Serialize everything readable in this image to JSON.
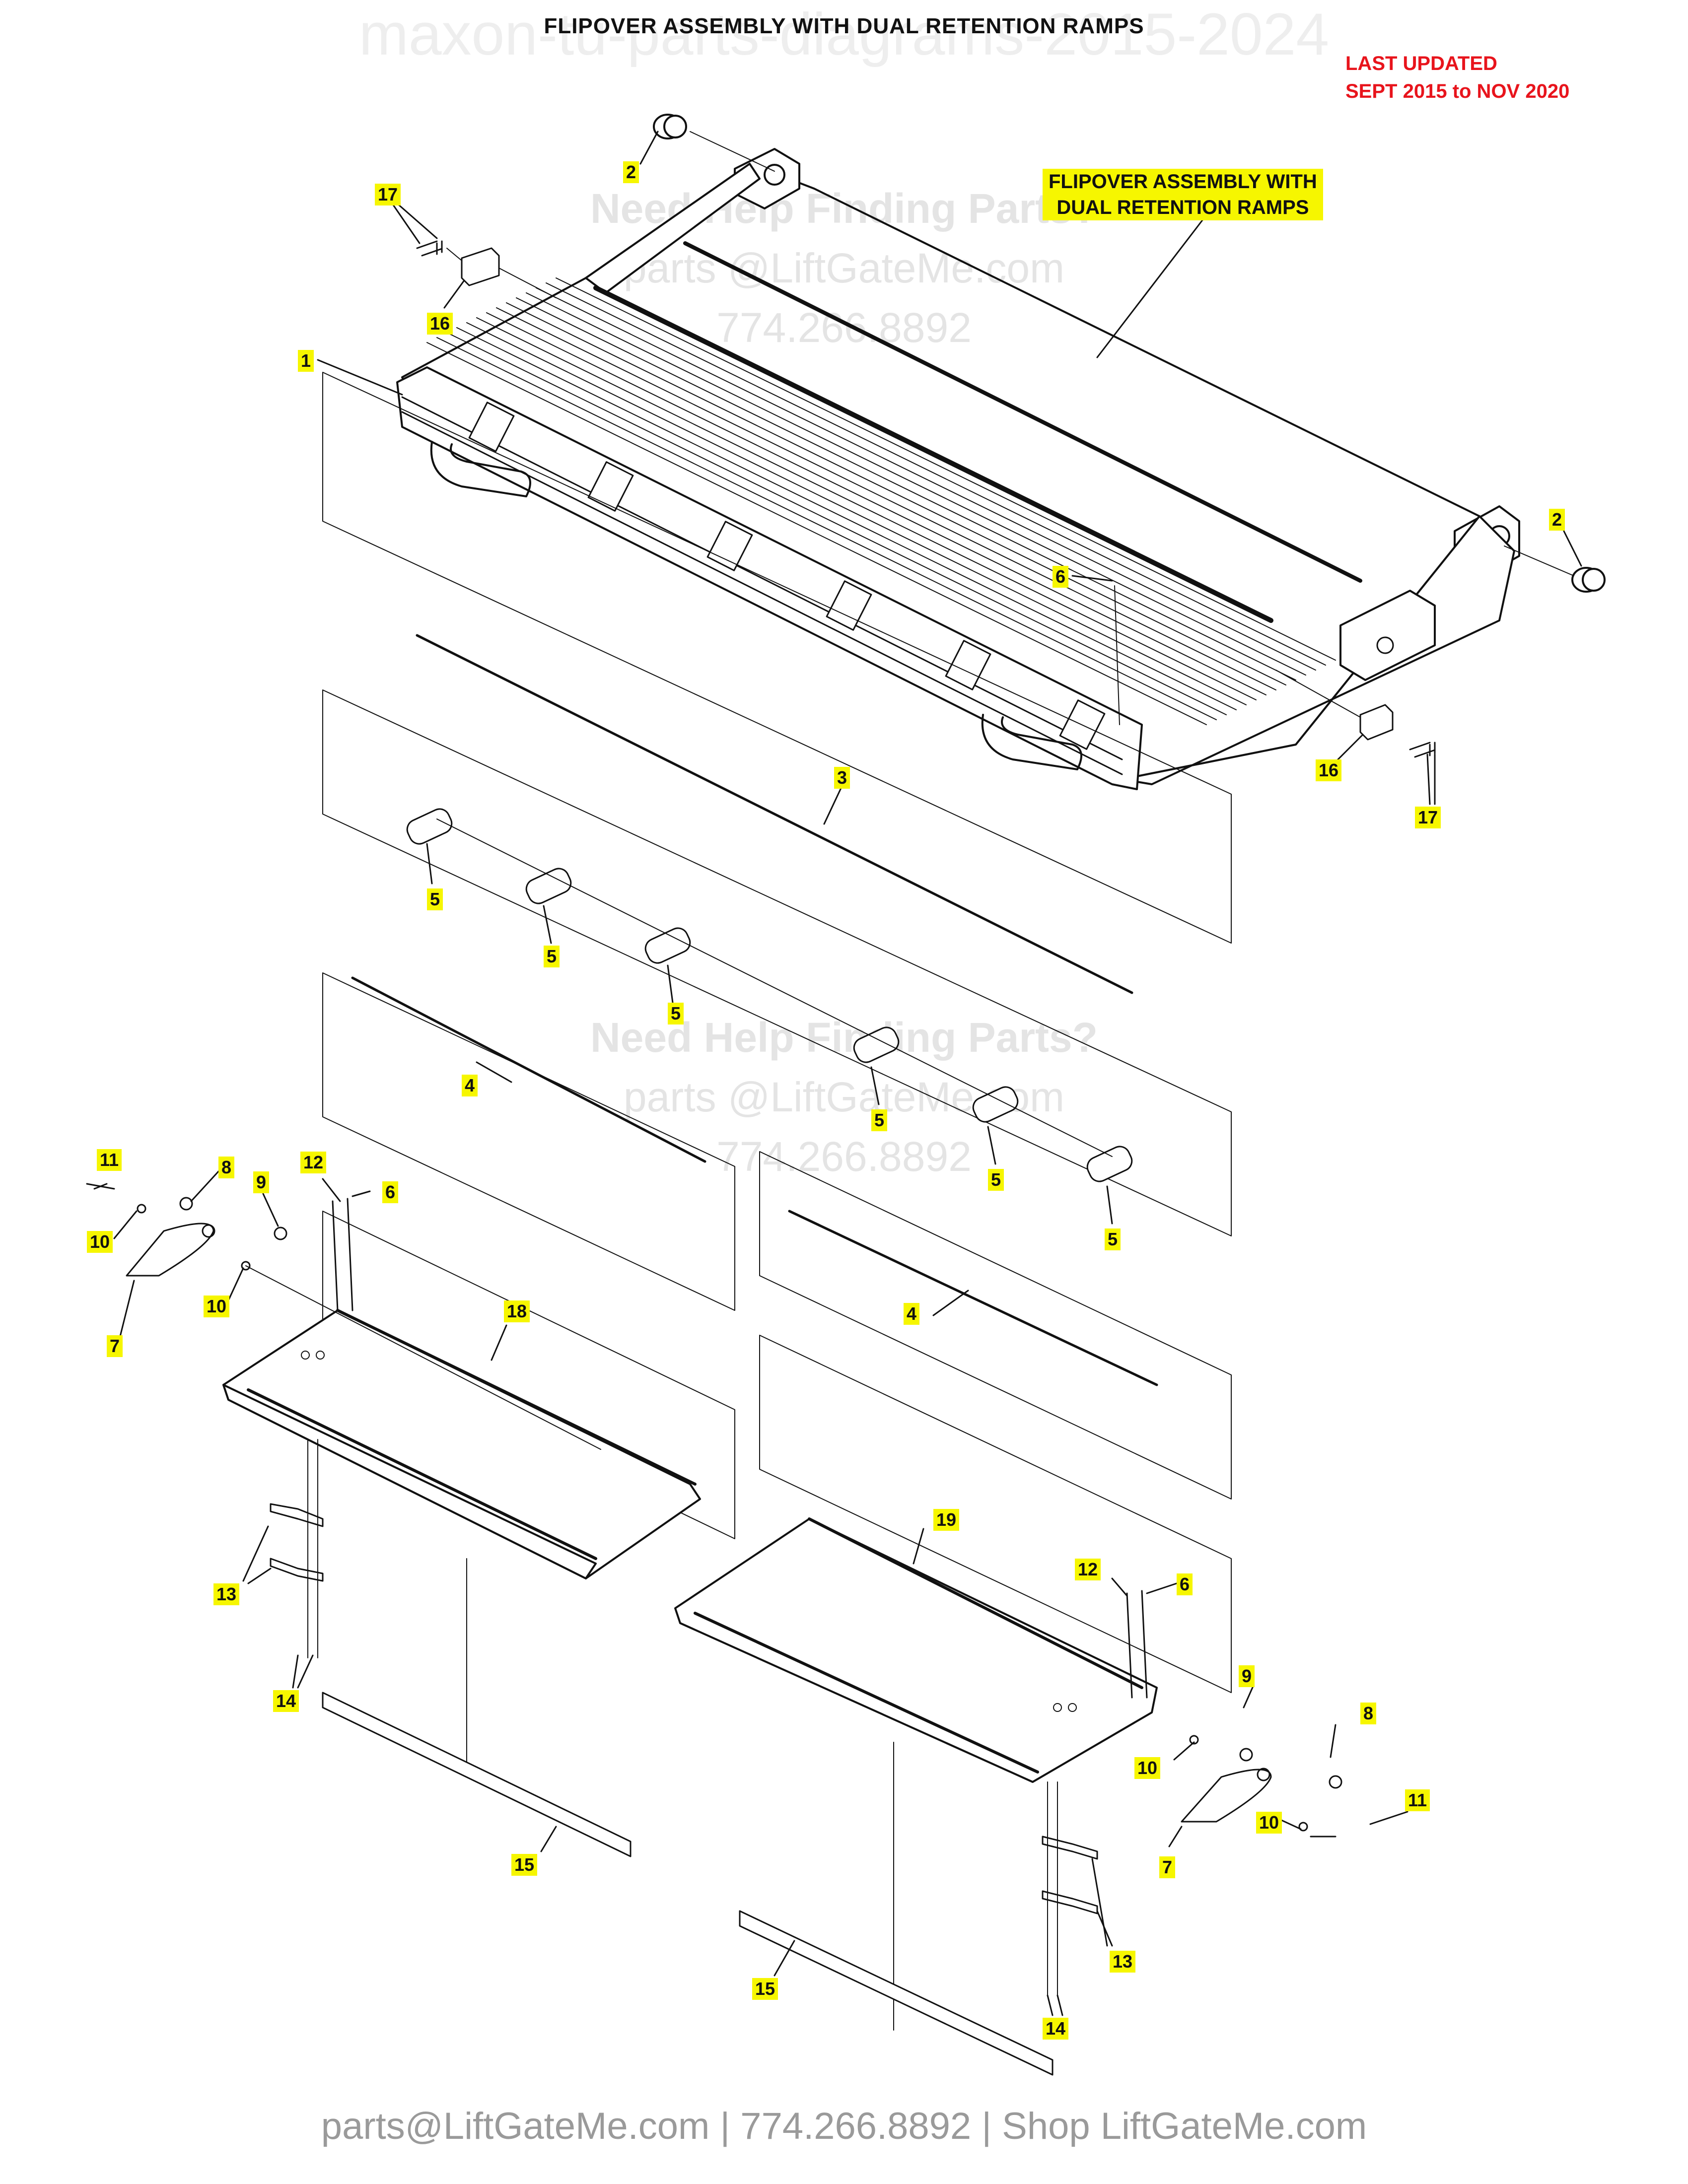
{
  "title": "FLIPOVER ASSEMBLY WITH DUAL RETENTION RAMPS",
  "watermark_top": "maxon-tu-parts-diagrams-2015-2024",
  "last_updated": {
    "line1": "LAST UPDATED",
    "line2": "SEPT 2015 to NOV 2020"
  },
  "callout": {
    "line1": "FLIPOVER ASSEMBLY WITH",
    "line2": "DUAL RETENTION RAMPS"
  },
  "watermarks": [
    {
      "line1": "Need Help Finding Parts?",
      "line2": "parts @LiftGateMe.com",
      "line3": "774.266.8892"
    },
    {
      "line1": "Need Help Finding Parts?",
      "line2": "parts @LiftGateMe.com",
      "line3": "774.266.8892"
    }
  ],
  "footer": "parts@LiftGateMe.com | 774.266.8892 | Shop LiftGateMe.com",
  "part_labels": [
    "1",
    "2",
    "2",
    "3",
    "4",
    "4",
    "5",
    "5",
    "5",
    "5",
    "5",
    "5",
    "6",
    "6",
    "6",
    "7",
    "7",
    "8",
    "8",
    "9",
    "9",
    "10",
    "10",
    "10",
    "10",
    "11",
    "11",
    "12",
    "12",
    "13",
    "13",
    "14",
    "14",
    "15",
    "15",
    "16",
    "16",
    "17",
    "17",
    "18",
    "19"
  ],
  "colors": {
    "highlight": "#f6f600",
    "red": "#e8141c",
    "line": "#111111"
  }
}
